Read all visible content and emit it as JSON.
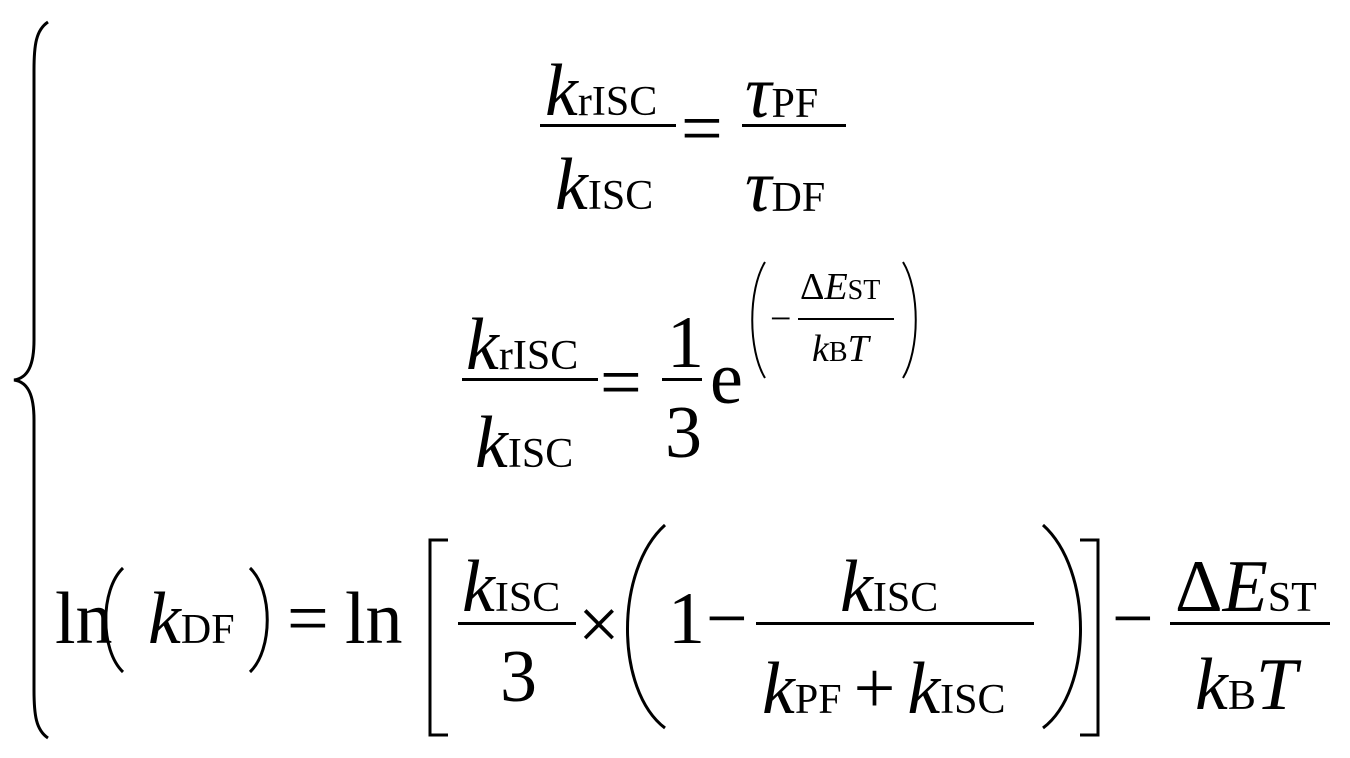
{
  "equations": {
    "eq1": {
      "num_sym": "k",
      "num_sub": "rISC",
      "den_sym": "k",
      "den_sub": "ISC",
      "eq": "=",
      "rnum_sym": "τ",
      "rnum_sub": "PF",
      "rden_sym": "τ",
      "rden_sub": "DF"
    },
    "eq2": {
      "num_sym": "k",
      "num_sub": "rISC",
      "den_sym": "k",
      "den_sub": "ISC",
      "eq": "=",
      "coef_num": "1",
      "coef_den": "3",
      "exp_base": "e",
      "exp_minus": "−",
      "exp_num_delta": "Δ",
      "exp_num_sym": "E",
      "exp_num_sub": "ST",
      "exp_den_sym": "k",
      "exp_den_sub": "B",
      "exp_den_T": "T"
    },
    "eq3": {
      "ln": "ln",
      "arg_sym": "k",
      "arg_sub": "DF",
      "eq": "=",
      "ln2": "ln",
      "f1_num_sym": "k",
      "f1_num_sub": "ISC",
      "f1_den": "3",
      "times": "×",
      "one": "1",
      "minus": "−",
      "f2_num_sym": "k",
      "f2_num_sub": "ISC",
      "f2_den_a_sym": "k",
      "f2_den_a_sub": "PF",
      "plus": "+",
      "f2_den_b_sym": "k",
      "f2_den_b_sub": "ISC",
      "minus2": "−",
      "f3_num_delta": "Δ",
      "f3_num_sym": "E",
      "f3_num_sub": "ST",
      "f3_den_sym": "k",
      "f3_den_sub": "B",
      "f3_den_T": "T"
    }
  }
}
